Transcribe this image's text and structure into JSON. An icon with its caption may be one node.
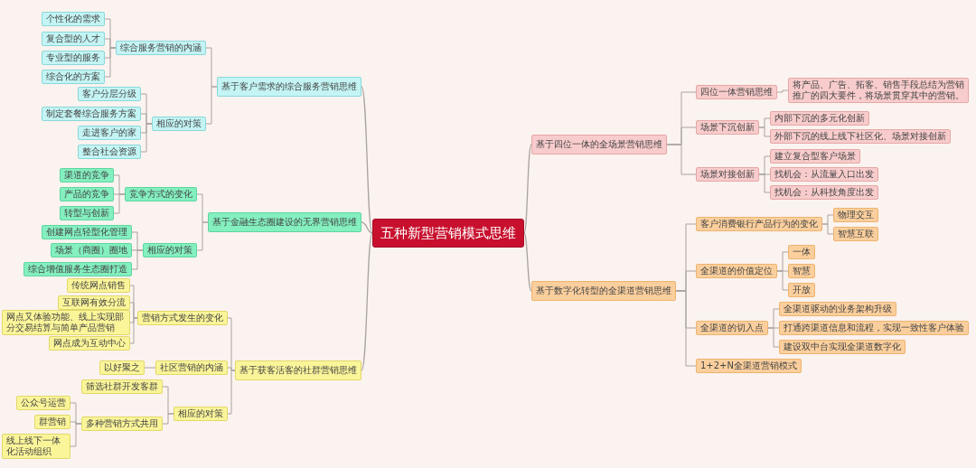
{
  "diagram": {
    "nodes": [
      {
        "text": [
          "五种新型营销模式思维"
        ]
      },
      {
        "text": [
          "基于客户需求的综合服务营销思维"
        ]
      },
      {
        "text": [
          "综合服务营销的内涵"
        ]
      },
      {
        "text": [
          "个性化的需求"
        ]
      },
      {
        "text": [
          "复合型的人才"
        ]
      },
      {
        "text": [
          "专业型的服务"
        ]
      },
      {
        "text": [
          "综合化的方案"
        ]
      },
      {
        "text": [
          "相应的对策"
        ]
      },
      {
        "text": [
          "客户分层分级"
        ]
      },
      {
        "text": [
          "制定套餐综合服务方案"
        ]
      },
      {
        "text": [
          "走进客户的家"
        ]
      },
      {
        "text": [
          "整合社会资源"
        ]
      },
      {
        "text": [
          "基于金融生态圈建设的无界营销思维"
        ]
      },
      {
        "text": [
          "竞争方式的变化"
        ]
      },
      {
        "text": [
          "渠道的竞争"
        ]
      },
      {
        "text": [
          "产品的竞争"
        ]
      },
      {
        "text": [
          "转型与创新"
        ]
      },
      {
        "text": [
          "相应的对策"
        ]
      },
      {
        "text": [
          "创建网点轻型化管理"
        ]
      },
      {
        "text": [
          "场景（商圈）圈地"
        ]
      },
      {
        "text": [
          "综合增值服务生态圈打造"
        ]
      },
      {
        "text": [
          "基于获客活客的社群营销思维"
        ]
      },
      {
        "text": [
          "营销方式发生的变化"
        ]
      },
      {
        "text": [
          "传统网点销售"
        ]
      },
      {
        "text": [
          "互联网有效分流"
        ]
      },
      {
        "text": [
          "网点又体验功能、线上实现部分交易结算与简单产品营销"
        ]
      },
      {
        "text": [
          "网点成为互动中心"
        ]
      },
      {
        "text": [
          "社区营销的内涵"
        ]
      },
      {
        "text": [
          "以好聚之"
        ]
      },
      {
        "text": [
          "相应的对策"
        ]
      },
      {
        "text": [
          "筛选社群开发客群"
        ]
      },
      {
        "text": [
          "多种营销方式共用"
        ]
      },
      {
        "text": [
          "公众号运营"
        ]
      },
      {
        "text": [
          "群营销"
        ]
      },
      {
        "text": [
          "线上线下一体化活动组织"
        ]
      },
      {
        "text": [
          "基于四位一体的全场景营销思维"
        ]
      },
      {
        "text": [
          "四位一体营销思维"
        ]
      },
      {
        "text": [
          "将产品、广告、拓客、销售手段总结为营销推广的四大要件，将场景贯穿其中的营销。"
        ]
      },
      {
        "text": [
          "场景下沉创新"
        ]
      },
      {
        "text": [
          "内部下沉的多元化创新"
        ]
      },
      {
        "text": [
          "外部下沉的线上线下社区化、场景对接创新"
        ]
      },
      {
        "text": [
          "场景对接创新"
        ]
      },
      {
        "text": [
          "建立复合型客户场景"
        ]
      },
      {
        "text": [
          "找机会：从流量入口出发"
        ]
      },
      {
        "text": [
          "找机会：从科技角度出发"
        ]
      },
      {
        "text": [
          "基于数字化转型的全渠道营销思维"
        ]
      },
      {
        "text": [
          "客户消费银行产品行为的变化"
        ]
      },
      {
        "text": [
          "物理交互"
        ]
      },
      {
        "text": [
          "智慧互联"
        ]
      },
      {
        "text": [
          "全渠道的价值定位"
        ]
      },
      {
        "text": [
          "一体"
        ]
      },
      {
        "text": [
          "智慧"
        ]
      },
      {
        "text": [
          "开放"
        ]
      },
      {
        "text": [
          "全渠道的切入点"
        ]
      },
      {
        "text": [
          "全渠道驱动的业务架构升级"
        ]
      },
      {
        "text": [
          "打通跨渠道信息和流程，实现一致性客户体验"
        ]
      },
      {
        "text": [
          "建设双中台实现全渠道数字化"
        ]
      },
      {
        "text": [
          "1+2+N全渠道营销模式"
        ]
      }
    ],
    "edges": [
      {
        "from": 0,
        "to": 1,
        "arrow": "none"
      },
      {
        "from": 1,
        "to": 2,
        "arrow": "none"
      },
      {
        "from": 2,
        "to": 3,
        "arrow": "none"
      },
      {
        "from": 2,
        "to": 4,
        "arrow": "none"
      },
      {
        "from": 2,
        "to": 5,
        "arrow": "none"
      },
      {
        "from": 2,
        "to": 6,
        "arrow": "none"
      },
      {
        "from": 1,
        "to": 7,
        "arrow": "none"
      },
      {
        "from": 7,
        "to": 8,
        "arrow": "none"
      },
      {
        "from": 7,
        "to": 9,
        "arrow": "none"
      },
      {
        "from": 7,
        "to": 10,
        "arrow": "none"
      },
      {
        "from": 7,
        "to": 11,
        "arrow": "none"
      },
      {
        "from": 0,
        "to": 12,
        "arrow": "none"
      },
      {
        "from": 12,
        "to": 13,
        "arrow": "none"
      },
      {
        "from": 13,
        "to": 14,
        "arrow": "none"
      },
      {
        "from": 13,
        "to": 15,
        "arrow": "none"
      },
      {
        "from": 13,
        "to": 16,
        "arrow": "none"
      },
      {
        "from": 12,
        "to": 17,
        "arrow": "none"
      },
      {
        "from": 17,
        "to": 18,
        "arrow": "none"
      },
      {
        "from": 17,
        "to": 19,
        "arrow": "none"
      },
      {
        "from": 17,
        "to": 20,
        "arrow": "none"
      },
      {
        "from": 0,
        "to": 21,
        "arrow": "none"
      },
      {
        "from": 21,
        "to": 22,
        "arrow": "none"
      },
      {
        "from": 22,
        "to": 23,
        "arrow": "none"
      },
      {
        "from": 22,
        "to": 24,
        "arrow": "none"
      },
      {
        "from": 22,
        "to": 25,
        "arrow": "none"
      },
      {
        "from": 22,
        "to": 26,
        "arrow": "none"
      },
      {
        "from": 21,
        "to": 27,
        "arrow": "none"
      },
      {
        "from": 27,
        "to": 28,
        "arrow": "none"
      },
      {
        "from": 21,
        "to": 29,
        "arrow": "none"
      },
      {
        "from": 29,
        "to": 30,
        "arrow": "none"
      },
      {
        "from": 29,
        "to": 31,
        "arrow": "none"
      },
      {
        "from": 31,
        "to": 32,
        "arrow": "none"
      },
      {
        "from": 31,
        "to": 33,
        "arrow": "none"
      },
      {
        "from": 31,
        "to": 34,
        "arrow": "none"
      },
      {
        "from": 0,
        "to": 35,
        "arrow": "none"
      },
      {
        "from": 35,
        "to": 36,
        "arrow": "none"
      },
      {
        "from": 36,
        "to": 37,
        "arrow": "none"
      },
      {
        "from": 35,
        "to": 38,
        "arrow": "none"
      },
      {
        "from": 38,
        "to": 39,
        "arrow": "none"
      },
      {
        "from": 38,
        "to": 40,
        "arrow": "none"
      },
      {
        "from": 35,
        "to": 41,
        "arrow": "none"
      },
      {
        "from": 41,
        "to": 42,
        "arrow": "none"
      },
      {
        "from": 41,
        "to": 43,
        "arrow": "none"
      },
      {
        "from": 41,
        "to": 44,
        "arrow": "none"
      },
      {
        "from": 0,
        "to": 45,
        "arrow": "none"
      },
      {
        "from": 45,
        "to": 46,
        "arrow": "none"
      },
      {
        "from": 46,
        "to": 47,
        "arrow": "none"
      },
      {
        "from": 46,
        "to": 48,
        "arrow": "none"
      },
      {
        "from": 45,
        "to": 49,
        "arrow": "none"
      },
      {
        "from": 49,
        "to": 50,
        "arrow": "none"
      },
      {
        "from": 49,
        "to": 51,
        "arrow": "none"
      },
      {
        "from": 49,
        "to": 52,
        "arrow": "none"
      },
      {
        "from": 45,
        "to": 53,
        "arrow": "none"
      },
      {
        "from": 53,
        "to": 54,
        "arrow": "none"
      },
      {
        "from": 53,
        "to": 55,
        "arrow": "none"
      },
      {
        "from": 53,
        "to": 56,
        "arrow": "none"
      },
      {
        "from": 45,
        "to": 57,
        "arrow": "none"
      }
    ]
  }
}
